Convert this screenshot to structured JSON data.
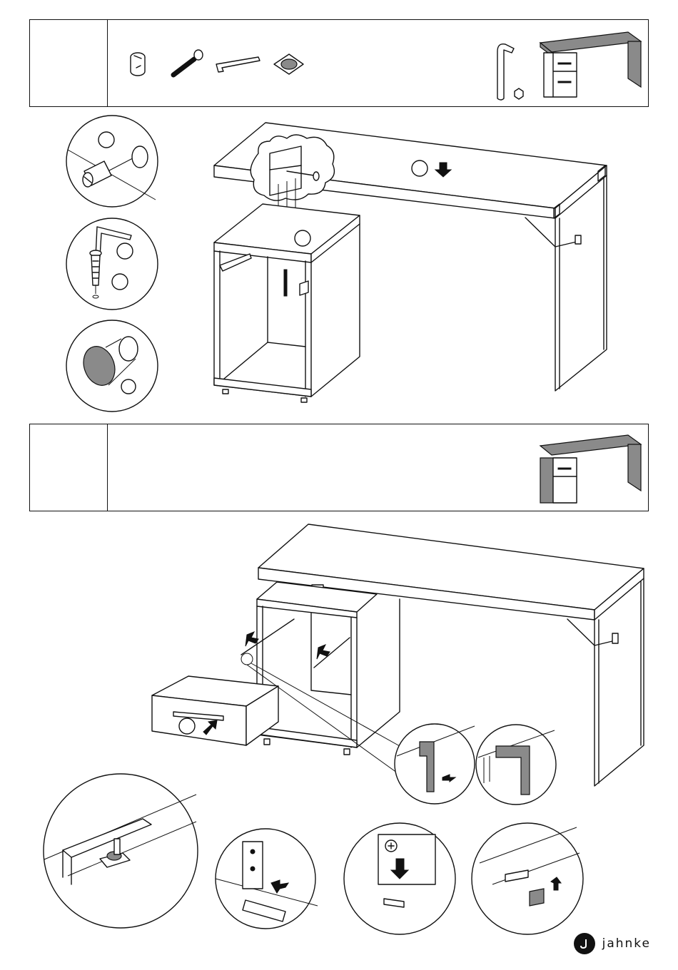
{
  "document": {
    "steps": [
      {
        "number": "",
        "parts": [
          "cam-lock",
          "connector-bolt",
          "allen-key",
          "felt-pad"
        ],
        "tools": [
          "allen-key",
          "hex"
        ]
      },
      {
        "number": "",
        "parts": [],
        "tools": []
      }
    ]
  },
  "brand": {
    "name": "Jahnke",
    "logo_letter": "J"
  },
  "colors": {
    "line": "#111111",
    "fill_gray": "#8a8a8a",
    "background": "#ffffff"
  }
}
